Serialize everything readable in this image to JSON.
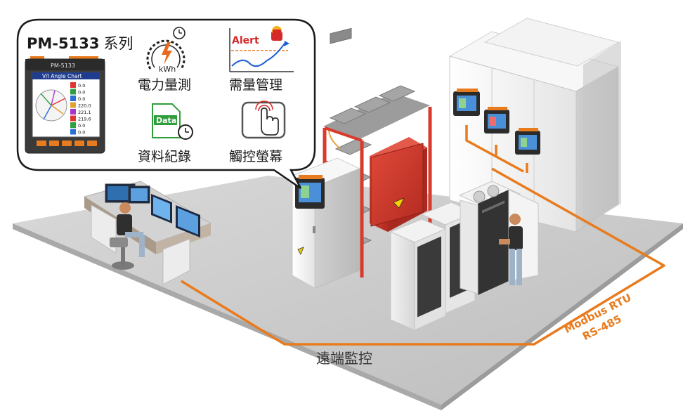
{
  "bubble": {
    "model": "PM-5133",
    "series_suffix": "系列",
    "device_screen": {
      "header": "PM-5133",
      "chart_title": "V/I Angle Chart",
      "readings": [
        "0.0",
        "0.0",
        "0.0",
        "220.0",
        "221.1",
        "219.6",
        "0.0",
        "0.0"
      ]
    },
    "features": [
      {
        "label": "電力量測",
        "icon": "kwh-meter-icon",
        "icon_text": "kWh"
      },
      {
        "label": "需量管理",
        "icon": "alert-demand-icon",
        "icon_text": "Alert"
      },
      {
        "label": "資料紀錄",
        "icon": "data-log-icon",
        "icon_text": "Data"
      },
      {
        "label": "觸控螢幕",
        "icon": "touch-screen-icon"
      }
    ]
  },
  "labels": {
    "remote_monitoring": "遠端監控",
    "protocol_line1": "Modbus RTU",
    "protocol_line2": "RS-485"
  },
  "colors": {
    "cable": "#e87b1e",
    "floor": "#c9c9c9",
    "floor_edge": "#a8a8a8",
    "bubble_border": "#1a1a1a",
    "battery_rack": "#d93a2b",
    "inverter": "#c8342a",
    "cabinet": "#f0f0f0"
  }
}
